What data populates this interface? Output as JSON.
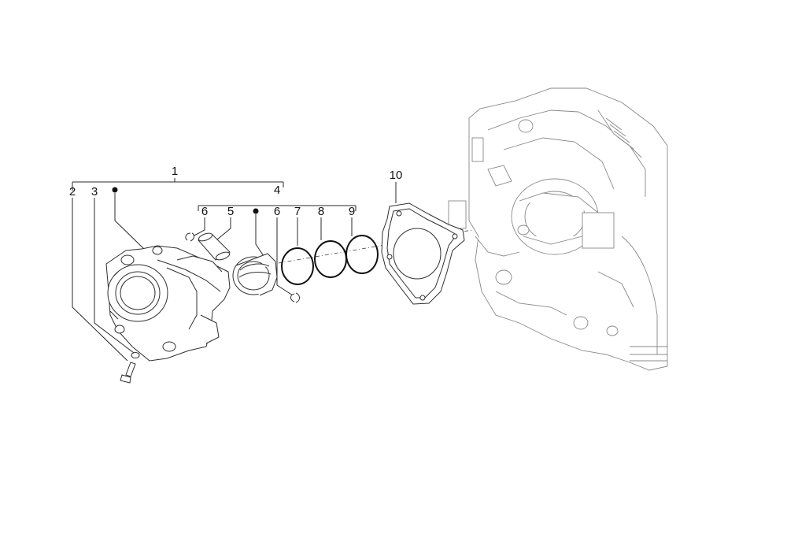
{
  "callouts": [
    {
      "id": "1",
      "label": "1"
    },
    {
      "id": "2",
      "label": "2"
    },
    {
      "id": "3",
      "label": "3"
    },
    {
      "id": "4",
      "label": "4"
    },
    {
      "id": "5",
      "label": "5"
    },
    {
      "id": "6a",
      "label": "6"
    },
    {
      "id": "6b",
      "label": "6"
    },
    {
      "id": "7",
      "label": "7"
    },
    {
      "id": "8",
      "label": "8"
    },
    {
      "id": "9",
      "label": "9"
    },
    {
      "id": "10",
      "label": "10"
    }
  ],
  "markers": [
    "dot",
    "dot"
  ]
}
